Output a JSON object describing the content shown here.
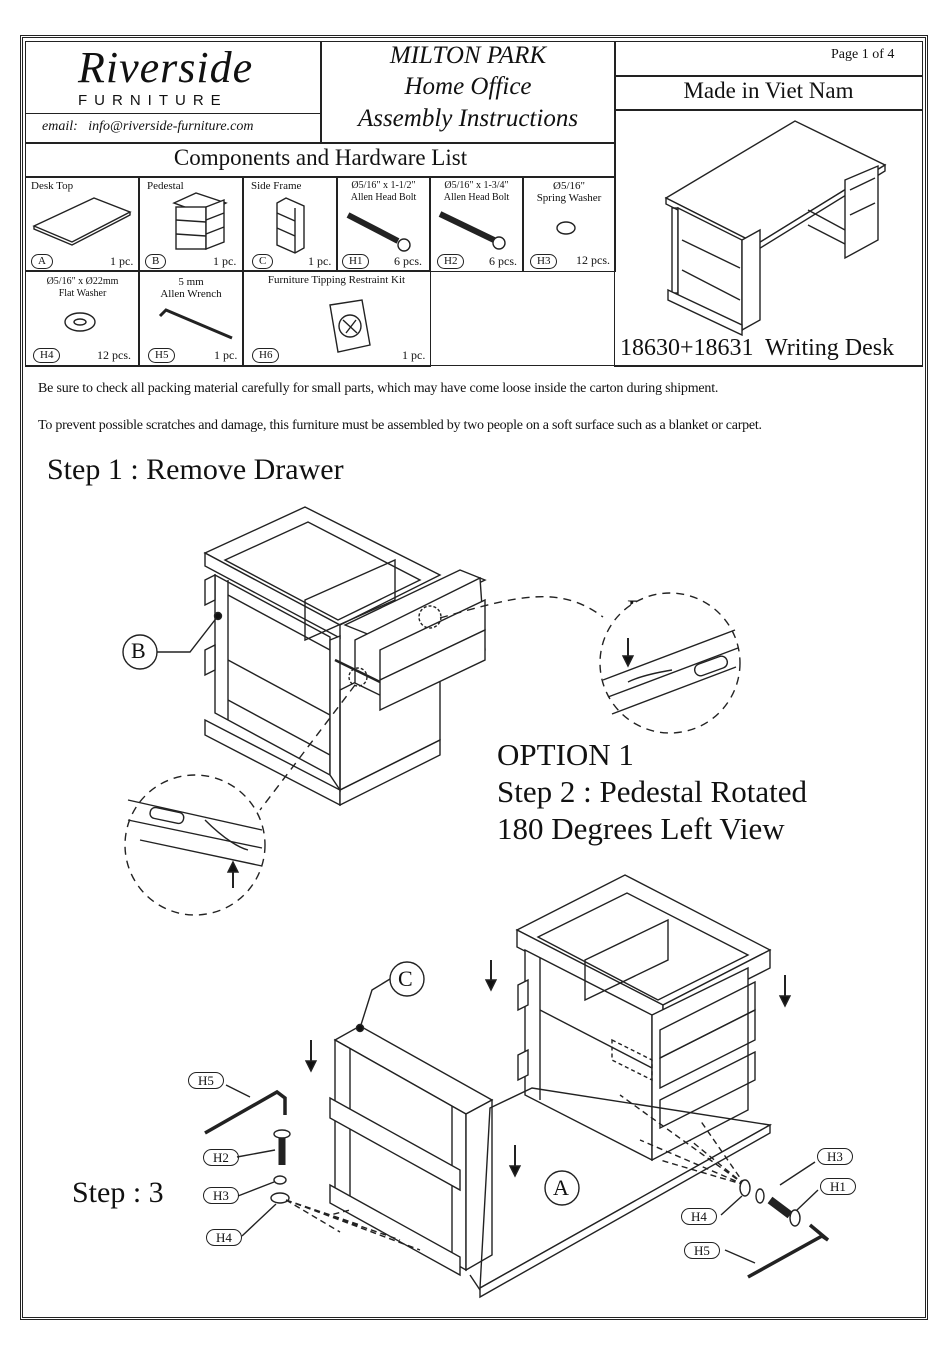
{
  "header": {
    "logo_script": "Riverside",
    "logo_sub": "FURNITURE",
    "email": "email:   info@riverside-furniture.com",
    "title_lines": [
      "MILTON PARK",
      "Home Office",
      "Assembly Instructions"
    ],
    "page": "Page 1 of 4",
    "made_in": "Made in Viet Nam",
    "product": "18630+18631  Writing Desk"
  },
  "components": {
    "heading": "Components and Hardware List",
    "items": [
      {
        "name": "Desk Top",
        "tag": "A",
        "qty": "1 pc."
      },
      {
        "name": "Pedestal",
        "tag": "B",
        "qty": "1 pc."
      },
      {
        "name": "Side Frame",
        "tag": "C",
        "qty": "1 pc."
      },
      {
        "name": "Ø5/16\" x 1-1/2\"\nAllen Head Bolt",
        "tag": "H1",
        "qty": "6 pcs."
      },
      {
        "name": "Ø5/16\" x 1-3/4\"\nAllen Head Bolt",
        "tag": "H2",
        "qty": "6 pcs."
      },
      {
        "name": "Ø5/16\"\nSpring Washer",
        "tag": "H3",
        "qty": "12 pcs."
      },
      {
        "name": "Ø5/16\" x Ø22mm\nFlat Washer",
        "tag": "H4",
        "qty": "12 pcs."
      },
      {
        "name": "5 mm\nAllen Wrench",
        "tag": "H5",
        "qty": "1 pc."
      },
      {
        "name": "Furniture Tipping Restraint Kit",
        "tag": "H6",
        "qty": "1 pc."
      }
    ]
  },
  "notes": [
    "Be sure to check all packing material carefully for small parts, which may have come loose inside the carton during shipment.",
    "To prevent possible scratches and damage, this furniture must be assembled by two people on a soft surface such as a blanket or carpet."
  ],
  "steps": {
    "step1": "Step 1 : Remove Drawer",
    "down": "Down",
    "up": "UP",
    "label_b": "B",
    "option": "OPTION 1",
    "step2_line1": "Step 2 : Pedestal Rotated",
    "step2_line2": "180 Degrees Left View",
    "step3": "Step : 3",
    "label_c": "C",
    "label_a": "A",
    "left_hw": [
      "H5",
      "H2",
      "H3",
      "H4"
    ],
    "right_hw": [
      "H3",
      "H1",
      "H4",
      "H5"
    ]
  }
}
